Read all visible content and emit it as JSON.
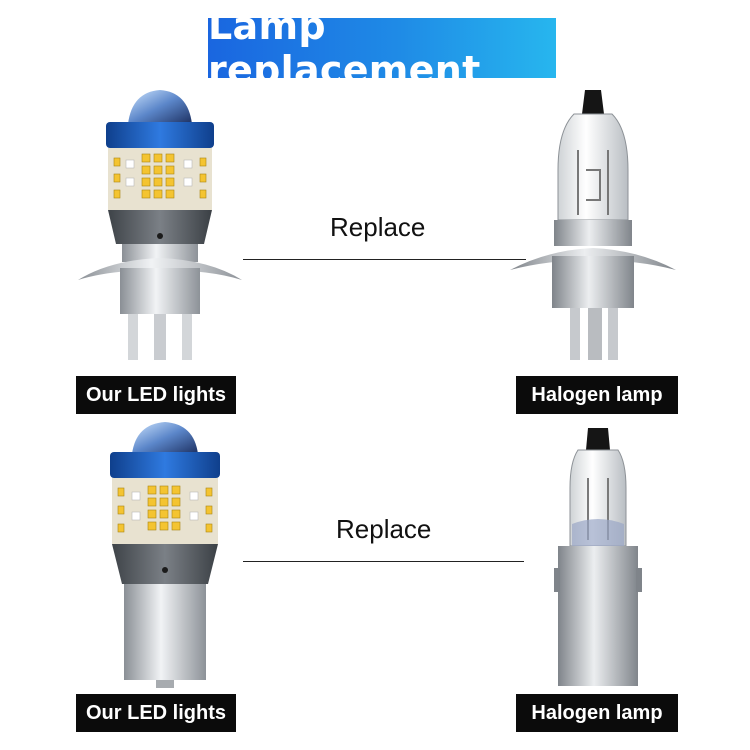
{
  "header": {
    "title": "Lamp replacement"
  },
  "rows": [
    {
      "replace_label": "Replace",
      "left_tag": "Our LED lights",
      "right_tag": "Halogen lamp",
      "left_image": "led-bulb-h4-image",
      "right_image": "halogen-h4-bulb-image"
    },
    {
      "replace_label": "Replace",
      "left_tag": "Our LED lights",
      "right_tag": "Halogen lamp",
      "left_image": "led-bulb-ba20d-image",
      "right_image": "halogen-ba20d-bulb-image"
    }
  ],
  "colors": {
    "banner_start": "#1a66e0",
    "banner_end": "#27b6ee",
    "tag_background": "#0b0b0b",
    "led_cap": "#1e63c8",
    "led_chip": "#f4c431"
  }
}
